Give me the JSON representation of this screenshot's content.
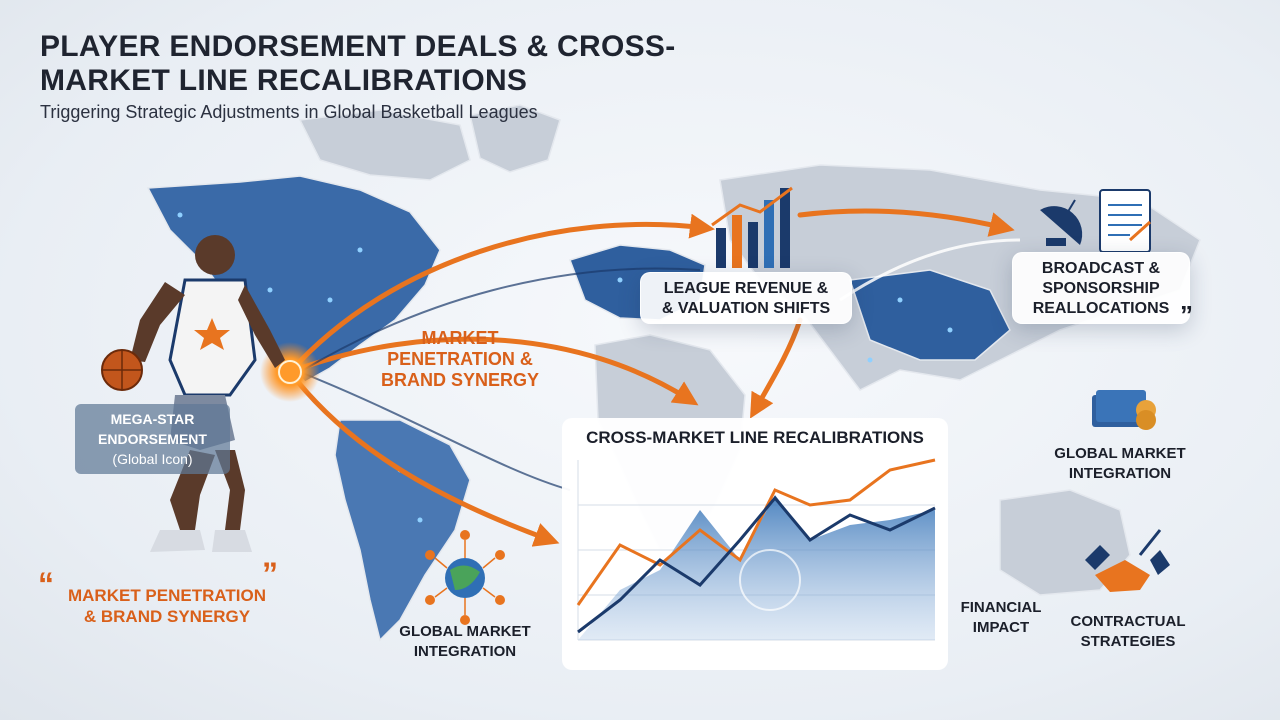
{
  "header": {
    "title": "PLAYER ENDORSEMENT DEALS & CROSS-MARKET LINE RECALIBRATIONS",
    "subtitle": "Triggering Strategic Adjustments in Global Basketball Leagues"
  },
  "nodes": {
    "mega_star": {
      "line1": "MEGA-STAR",
      "line2": "ENDORSEMENT",
      "line3": "(Global Icon)"
    },
    "market_penetration_center": {
      "line1": "MARKET",
      "line2": "PENETRATION &",
      "line3": "BRAND SYNERGY"
    },
    "market_penetration_left": {
      "line1": "MARKET PENETRATION",
      "line2": "& BRAND SYNERGY"
    },
    "league_revenue": {
      "line1": "LEAGUE REVENUE &",
      "line2": "& VALUATION SHIFTS"
    },
    "broadcast": {
      "line1": "BROADCAST &",
      "line2": "SPONSORSHIP",
      "line3": "REALLOCATIONS"
    },
    "global_market_right": {
      "line1": "GLOBAL MARKET",
      "line2": "INTEGRATION"
    },
    "global_market_bottom": {
      "line1": "GLOBAL MARKET",
      "line2": "INTEGRATION"
    },
    "financial_impact": {
      "line1": "FINANCIAL",
      "line2": "IMPACT"
    },
    "contractual": {
      "line1": "CONTRACTUAL",
      "line2": "STRATEGIES"
    }
  },
  "chart_panel": {
    "title": "CROSS-MARKET LINE RECALIBRATIONS"
  },
  "icons": [
    "basketball-player-icon",
    "bar-chart-icon",
    "satellite-dish-icon",
    "document-icon",
    "money-stack-icon",
    "handshake-icon",
    "globe-network-icon"
  ],
  "colors": {
    "orange": "#e8741f",
    "navy": "#1b3a6b",
    "blue": "#2f6fb5",
    "text": "#1f2430"
  }
}
